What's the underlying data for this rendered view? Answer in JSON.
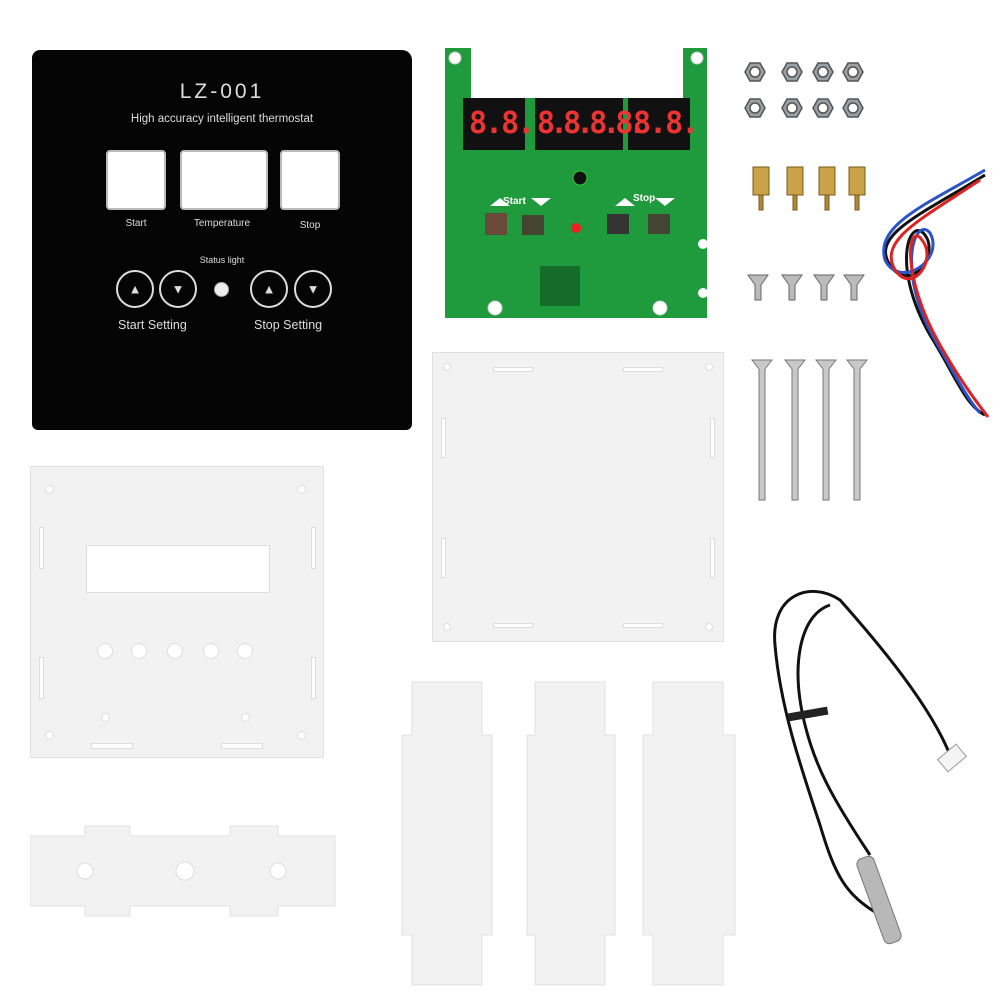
{
  "panel": {
    "model": "LZ-001",
    "subtitle": "High accuracy intelligent thermostat",
    "start_label": "Start",
    "temperature_label": "Temperature",
    "stop_label": "Stop",
    "status_light_label": "Status light",
    "start_setting_label": "Start Setting",
    "stop_setting_label": "Stop Setting",
    "up_arrow": "▲",
    "down_arrow": "▼"
  },
  "pcb": {
    "start_label": "Start",
    "stop_label": "Stop",
    "display_digits": [
      "8.8.",
      "8.8.8.8.",
      "8.8."
    ],
    "color": "#1f9a3c"
  }
}
